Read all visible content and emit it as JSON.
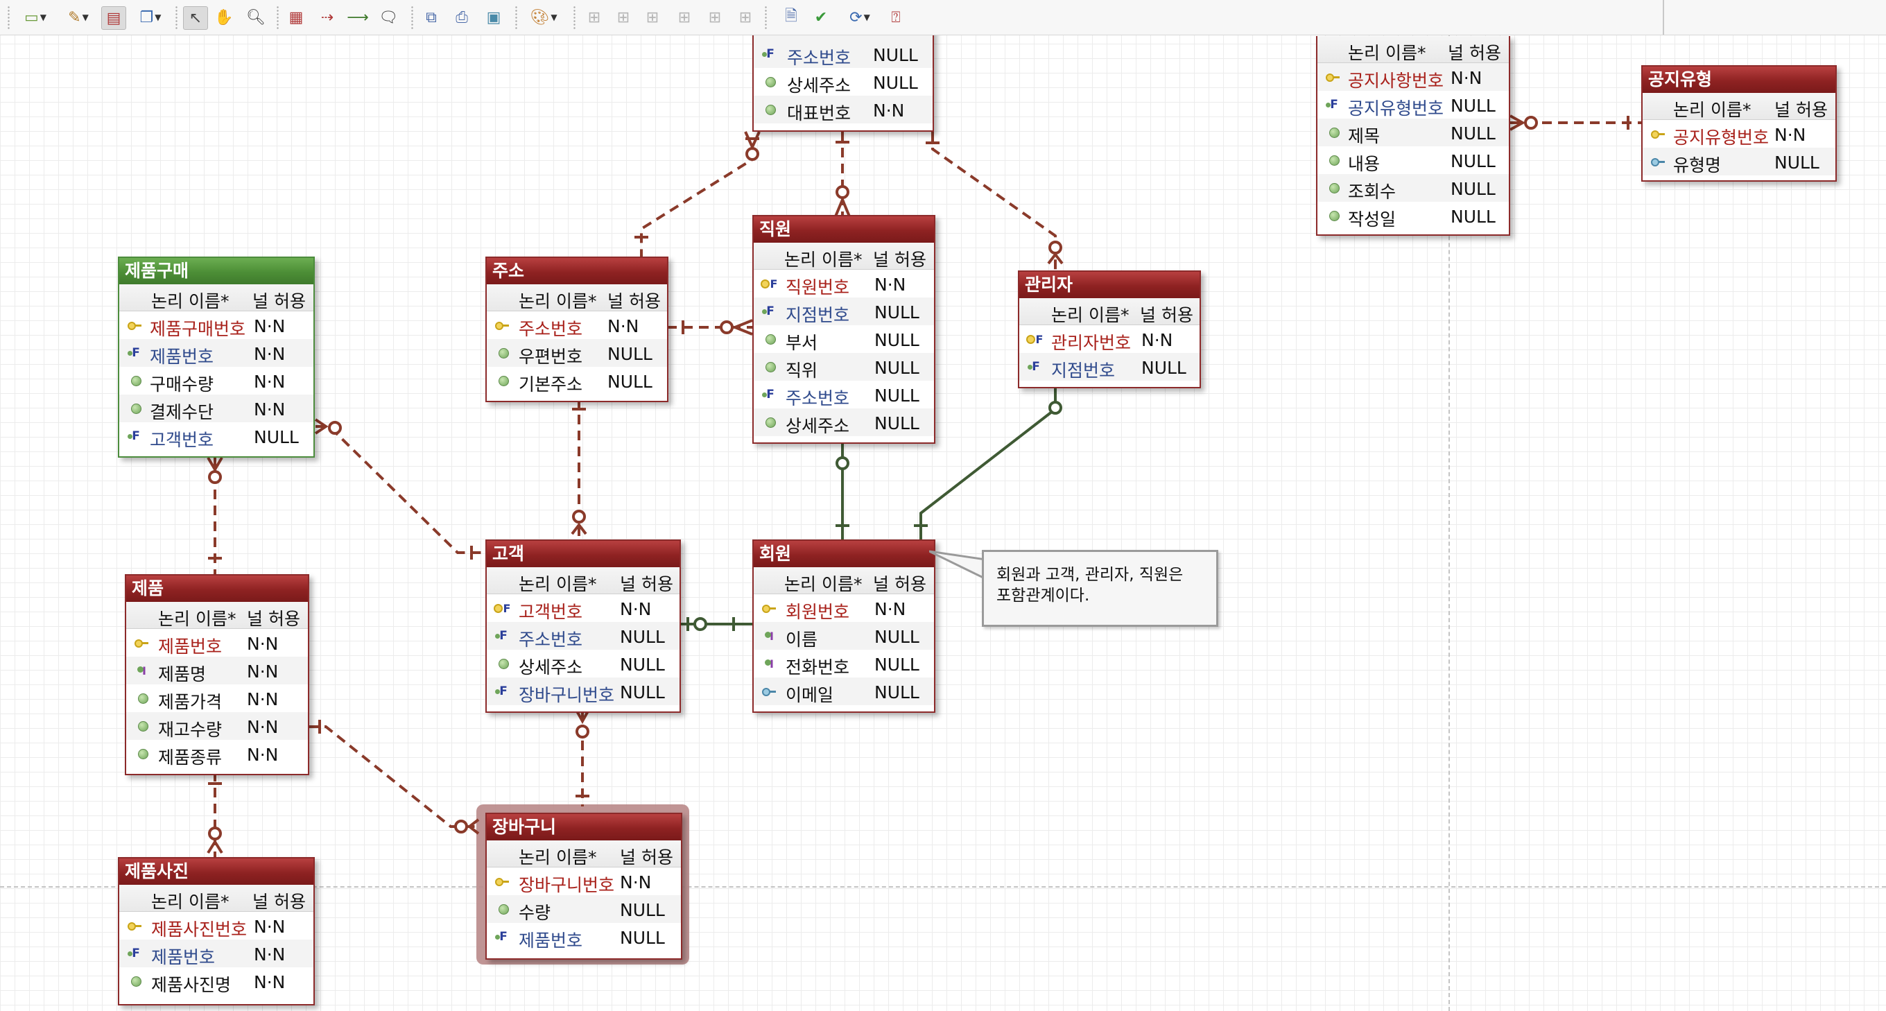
{
  "toolbar": {
    "items": [
      "layout-icon",
      "brush-icon",
      "rectangle-icon",
      "page-icon",
      "pointer-icon",
      "hand-icon",
      "zoom-icon",
      "entity-icon",
      "relationship-icon",
      "identifying-relationship-icon",
      "note-icon",
      "copy-icon",
      "print-icon",
      "image-icon",
      "color-palette-icon",
      "align-left-icon",
      "align-center-icon",
      "align-right-icon",
      "align-top-icon",
      "align-middle-icon",
      "align-bottom-icon",
      "report-icon",
      "validate-icon",
      "generate-icon",
      "help-icon"
    ]
  },
  "column_headers": {
    "logical_name": "논리 이름*",
    "nullable": "널 허용"
  },
  "entities": {
    "branch": {
      "title": "",
      "rows": [
        {
          "name": "주소번호",
          "null": "NULL",
          "icon": "fk"
        },
        {
          "name": "상세주소",
          "null": "NULL",
          "icon": "attr"
        },
        {
          "name": "대표번호",
          "null": "N·N",
          "icon": "attr"
        }
      ]
    },
    "notice": {
      "title": "",
      "rows": [
        {
          "name": "공지사항번호",
          "null": "N·N",
          "icon": "pk"
        },
        {
          "name": "공지유형번호",
          "null": "NULL",
          "icon": "fk"
        },
        {
          "name": "제목",
          "null": "NULL",
          "icon": "attr"
        },
        {
          "name": "내용",
          "null": "NULL",
          "icon": "attr"
        },
        {
          "name": "조회수",
          "null": "NULL",
          "icon": "attr"
        },
        {
          "name": "작성일",
          "null": "NULL",
          "icon": "attr"
        }
      ]
    },
    "notice_type": {
      "title": "공지유형",
      "rows": [
        {
          "name": "공지유형번호",
          "null": "N·N",
          "icon": "pk"
        },
        {
          "name": "유형명",
          "null": "NULL",
          "icon": "ak"
        }
      ]
    },
    "purchase": {
      "title": "제품구매",
      "rows": [
        {
          "name": "제품구매번호",
          "null": "N·N",
          "icon": "pk"
        },
        {
          "name": "제품번호",
          "null": "N·N",
          "icon": "fk"
        },
        {
          "name": "구매수량",
          "null": "N·N",
          "icon": "attr"
        },
        {
          "name": "결제수단",
          "null": "N·N",
          "icon": "attr"
        },
        {
          "name": "고객번호",
          "null": "NULL",
          "icon": "fk"
        }
      ]
    },
    "address": {
      "title": "주소",
      "rows": [
        {
          "name": "주소번호",
          "null": "N·N",
          "icon": "pk"
        },
        {
          "name": "우편번호",
          "null": "NULL",
          "icon": "attr"
        },
        {
          "name": "기본주소",
          "null": "NULL",
          "icon": "attr"
        }
      ]
    },
    "employee": {
      "title": "직원",
      "rows": [
        {
          "name": "직원번호",
          "null": "N·N",
          "icon": "pkfk"
        },
        {
          "name": "지점번호",
          "null": "NULL",
          "icon": "fk"
        },
        {
          "name": "부서",
          "null": "NULL",
          "icon": "attr"
        },
        {
          "name": "직위",
          "null": "NULL",
          "icon": "attr"
        },
        {
          "name": "주소번호",
          "null": "NULL",
          "icon": "fk"
        },
        {
          "name": "상세주소",
          "null": "NULL",
          "icon": "attr"
        }
      ]
    },
    "manager": {
      "title": "관리자",
      "rows": [
        {
          "name": "관리자번호",
          "null": "N·N",
          "icon": "pkfk"
        },
        {
          "name": "지점번호",
          "null": "NULL",
          "icon": "fk"
        }
      ]
    },
    "product": {
      "title": "제품",
      "rows": [
        {
          "name": "제품번호",
          "null": "N·N",
          "icon": "pk"
        },
        {
          "name": "제품명",
          "null": "N·N",
          "icon": "idx"
        },
        {
          "name": "제품가격",
          "null": "N·N",
          "icon": "attr"
        },
        {
          "name": "재고수량",
          "null": "N·N",
          "icon": "attr"
        },
        {
          "name": "제품종류",
          "null": "N·N",
          "icon": "attr"
        }
      ]
    },
    "customer": {
      "title": "고객",
      "rows": [
        {
          "name": "고객번호",
          "null": "N·N",
          "icon": "pkfk"
        },
        {
          "name": "주소번호",
          "null": "NULL",
          "icon": "fk"
        },
        {
          "name": "상세주소",
          "null": "NULL",
          "icon": "attr"
        },
        {
          "name": "장바구니번호",
          "null": "NULL",
          "icon": "fk"
        }
      ]
    },
    "member": {
      "title": "회원",
      "rows": [
        {
          "name": "회원번호",
          "null": "N·N",
          "icon": "pk"
        },
        {
          "name": "이름",
          "null": "NULL",
          "icon": "idx"
        },
        {
          "name": "전화번호",
          "null": "NULL",
          "icon": "idx"
        },
        {
          "name": "이메일",
          "null": "NULL",
          "icon": "ak"
        }
      ]
    },
    "cart": {
      "title": "장바구니",
      "rows": [
        {
          "name": "장바구니번호",
          "null": "N·N",
          "icon": "pk"
        },
        {
          "name": "수량",
          "null": "NULL",
          "icon": "attr"
        },
        {
          "name": "제품번호",
          "null": "NULL",
          "icon": "fk"
        }
      ]
    },
    "product_photo": {
      "title": "제품사진",
      "rows": [
        {
          "name": "제품사진번호",
          "null": "N·N",
          "icon": "pk"
        },
        {
          "name": "제품번호",
          "null": "N·N",
          "icon": "fk"
        },
        {
          "name": "제품사진명",
          "null": "N·N",
          "icon": "attr"
        }
      ]
    }
  },
  "note": {
    "line1": "회원과 고객, 관리자, 직원은",
    "line2": "포함관계이다."
  },
  "colors": {
    "entity_red": "#8e2222",
    "entity_green": "#4c8e36",
    "relation_dashed": "#8a3a2a",
    "relation_solid": "#3f5a34"
  }
}
